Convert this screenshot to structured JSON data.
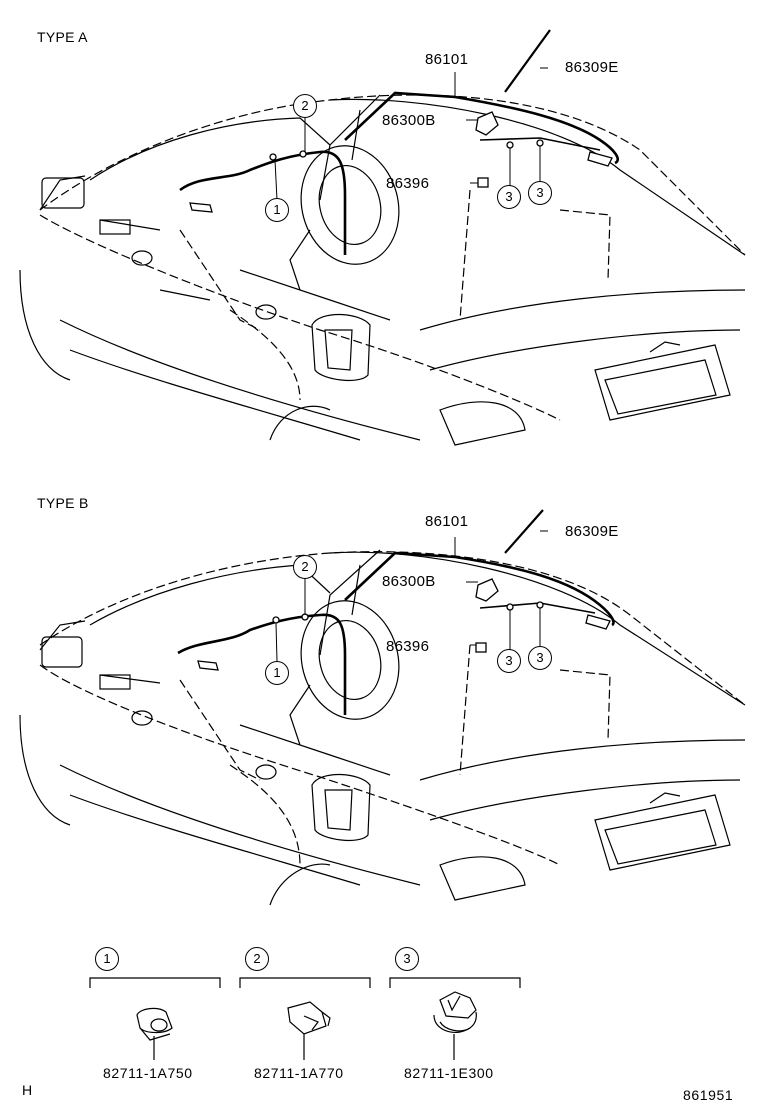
{
  "panels": [
    {
      "type_label": "TYPE A",
      "parts": {
        "antenna_cord": "86101",
        "antenna_rod": "86309E",
        "antenna_base": "86300B",
        "nut": "86396"
      },
      "callouts": [
        "2",
        "1",
        "3",
        "3"
      ]
    },
    {
      "type_label": "TYPE B",
      "parts": {
        "antenna_cord": "86101",
        "antenna_rod": "86309E",
        "antenna_base": "86300B",
        "nut": "86396"
      },
      "callouts": [
        "2",
        "1",
        "3",
        "3"
      ]
    }
  ],
  "clips": [
    {
      "index": "1",
      "part_number": "82711-1A750"
    },
    {
      "index": "2",
      "part_number": "82711-1A770"
    },
    {
      "index": "3",
      "part_number": "82711-1E300"
    }
  ],
  "footer": {
    "left_code": "H",
    "diagram_number": "861951"
  }
}
